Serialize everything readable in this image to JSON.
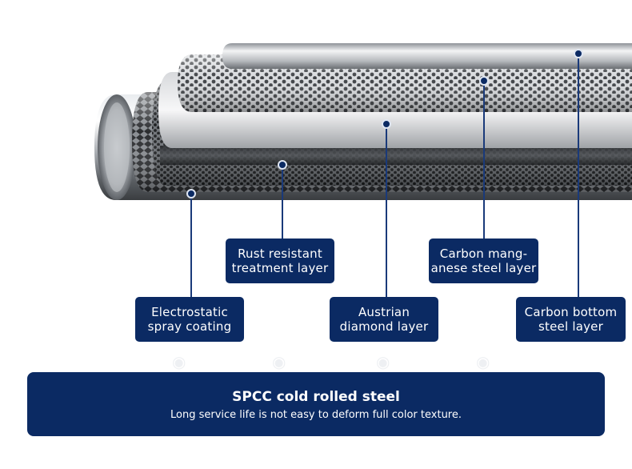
{
  "layers": [
    {
      "id": "electrostatic",
      "line1": "Electrostatic",
      "line2": "spray coating"
    },
    {
      "id": "rust",
      "line1": "Rust resistant",
      "line2": "treatment layer"
    },
    {
      "id": "austrian",
      "line1": "Austrian",
      "line2": "diamond layer"
    },
    {
      "id": "carbon-manganese",
      "line1": "Carbon mang-",
      "line2": "anese steel layer"
    },
    {
      "id": "carbon-bottom",
      "line1": "Carbon bottom",
      "line2": "steel layer"
    }
  ],
  "banner": {
    "title": "SPCC cold rolled steel",
    "subtitle": "Long service life is not easy to deform full color texture."
  },
  "colors": {
    "accent": "#0b2a63",
    "background": "#ffffff"
  }
}
